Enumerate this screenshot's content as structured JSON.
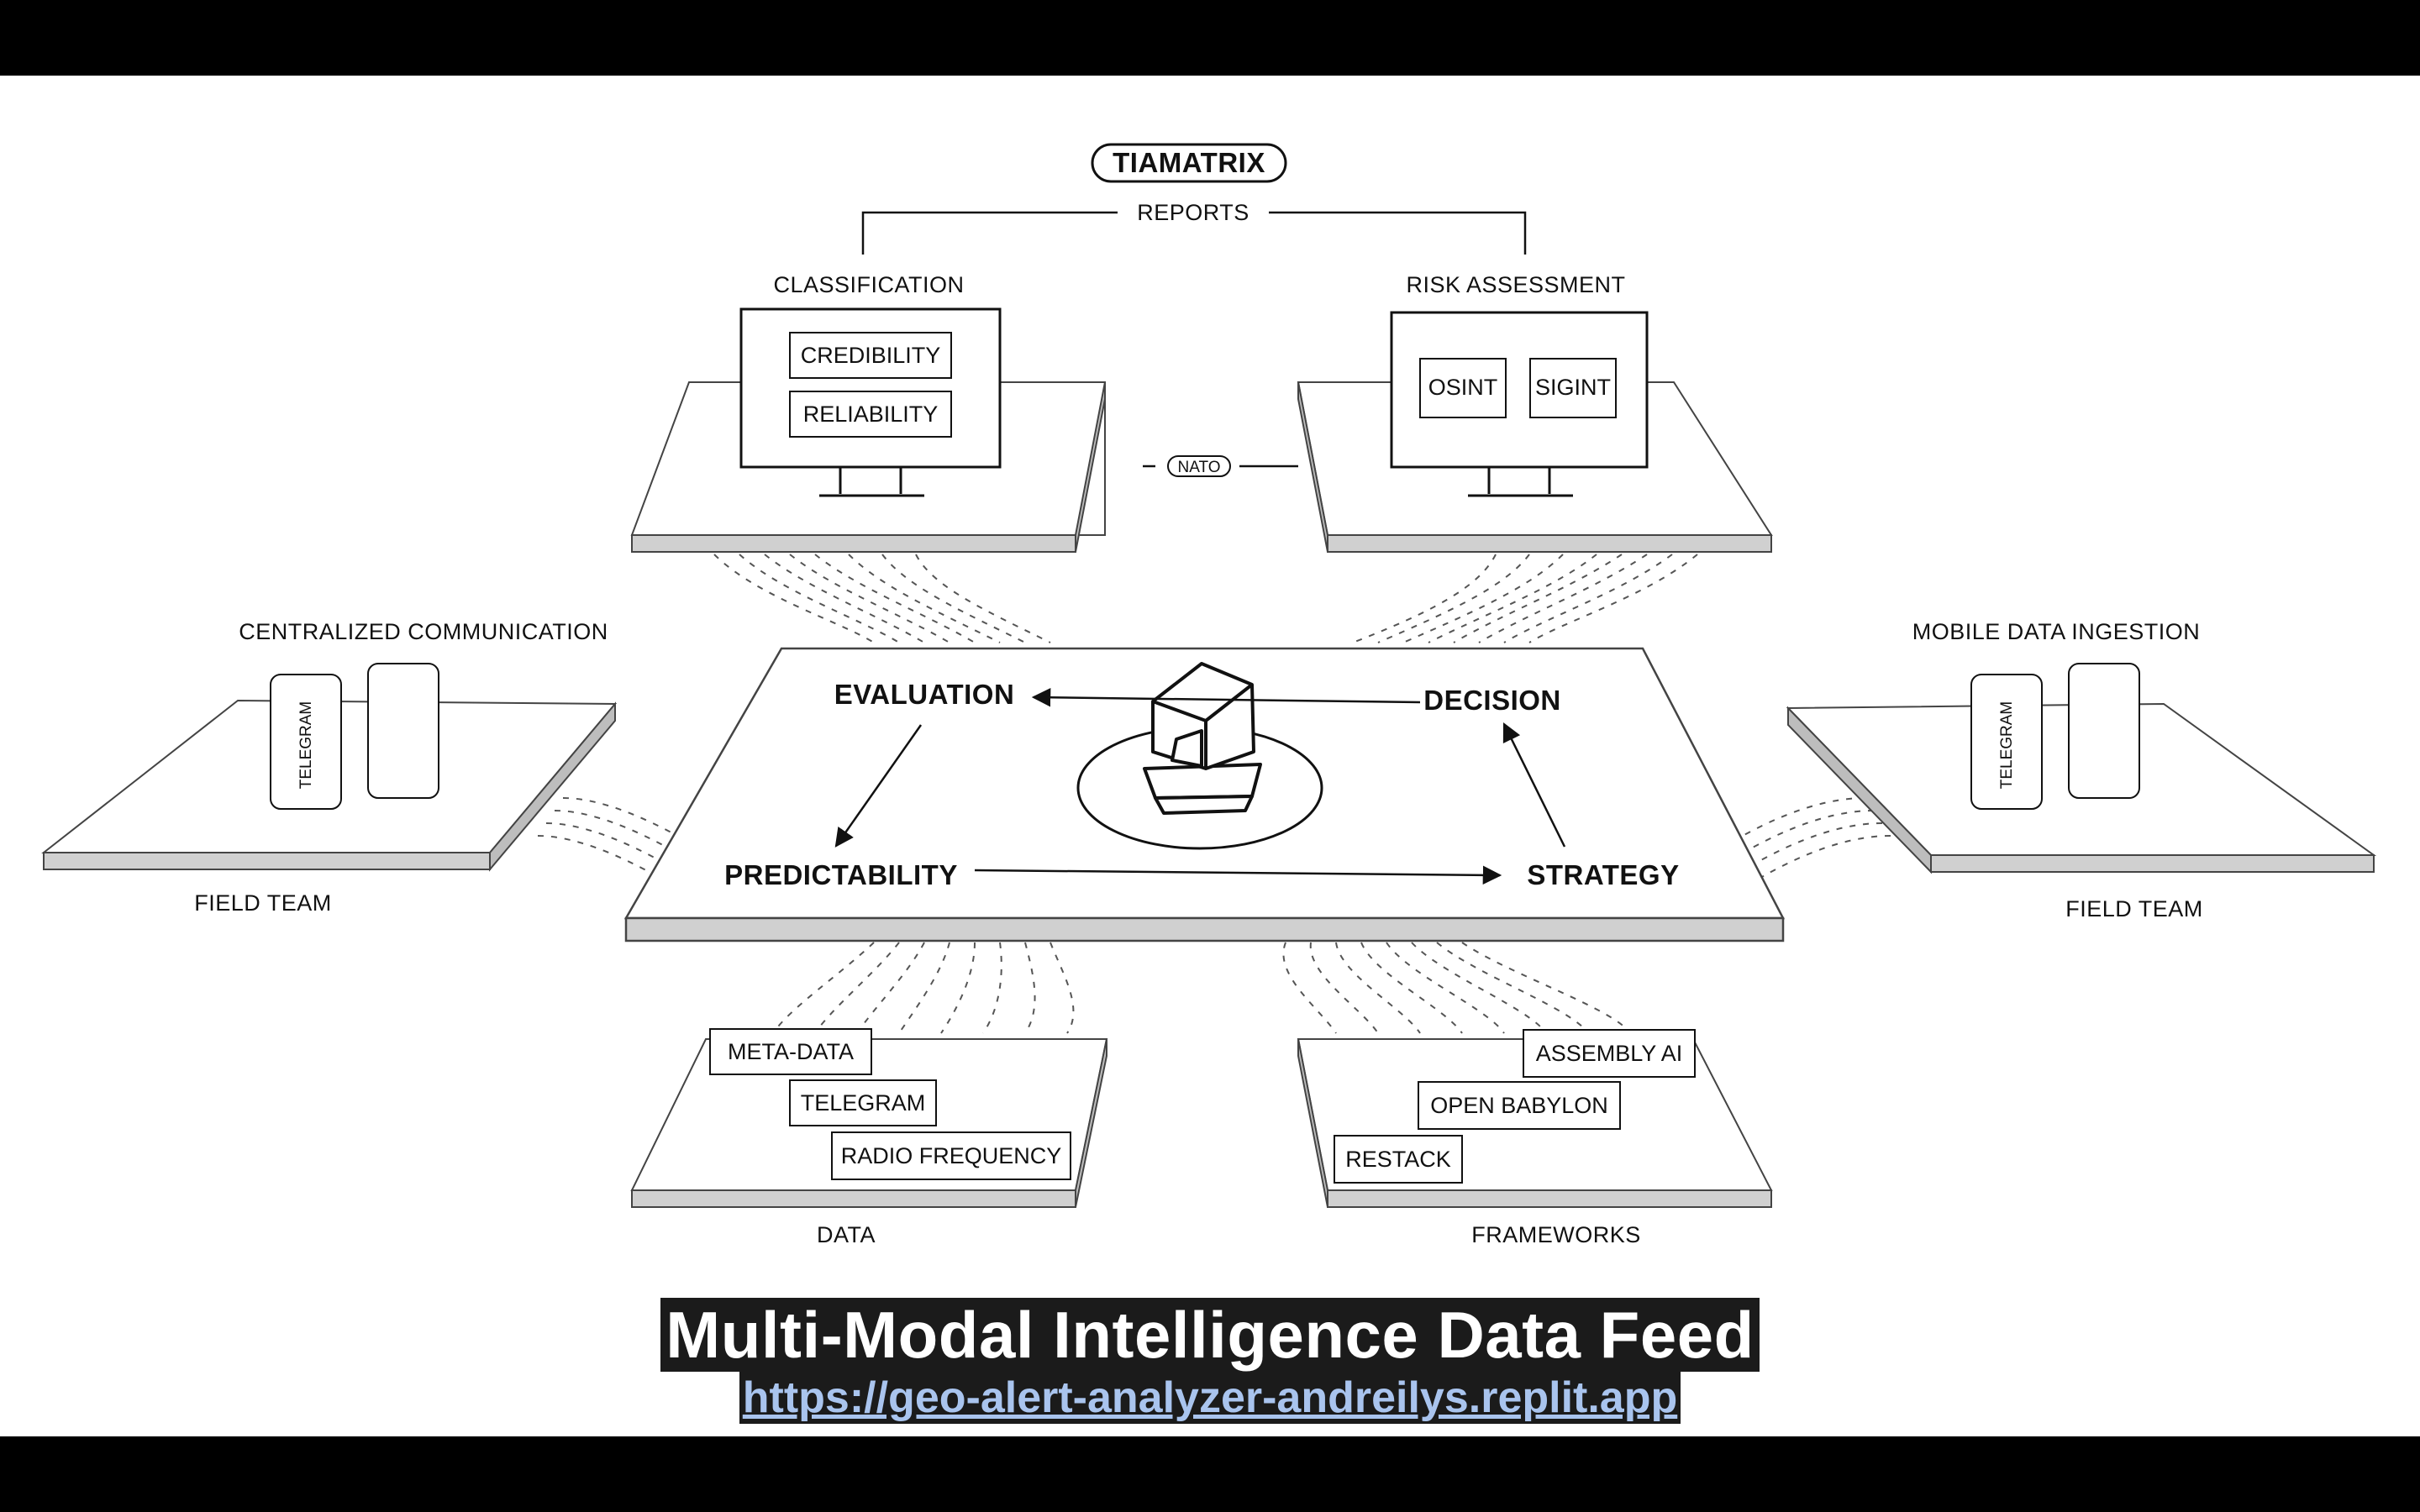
{
  "brand": "TIAMATRIX",
  "reports": "REPORTS",
  "nato": "NATO",
  "classification": {
    "label": "CLASSIFICATION",
    "items": [
      "CREDIBILITY",
      "RELIABILITY"
    ]
  },
  "risk": {
    "label": "RISK ASSESSMENT",
    "items": [
      "OSINT",
      "SIGINT"
    ]
  },
  "left_panel": {
    "label": "CENTRALIZED COMMUNICATION",
    "device": "TELEGRAM",
    "footer": "FIELD TEAM"
  },
  "right_panel": {
    "label": "MOBILE DATA INGESTION",
    "device": "TELEGRAM",
    "footer": "FIELD TEAM"
  },
  "cycle": {
    "evaluation": "EVALUATION",
    "decision": "DECISION",
    "predictability": "PREDICTABILITY",
    "strategy": "STRATEGY"
  },
  "data_panel": {
    "label": "DATA",
    "items": [
      "META-DATA",
      "TELEGRAM",
      "RADIO FREQUENCY"
    ]
  },
  "frameworks_panel": {
    "label": "FRAMEWORKS",
    "items": [
      "ASSEMBLY AI",
      "OPEN BABYLON",
      "RESTACK"
    ]
  },
  "caption": {
    "title": "Multi-Modal  Intelligence Data Feed",
    "url": "https://geo-alert-analyzer-andreilys.replit.app"
  },
  "colors": {
    "background": "#ffffff",
    "ink": "#111111",
    "letterbox": "#000000",
    "slab_edge": "#d0d0d0",
    "link": "#a9c4ee"
  }
}
